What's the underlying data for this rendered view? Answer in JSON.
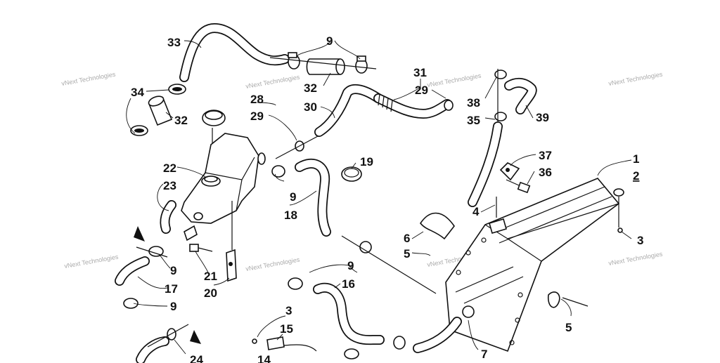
{
  "watermark": {
    "text": "vNext Technologies"
  },
  "callouts": {
    "c1": "1",
    "c2": "2",
    "c3a": "3",
    "c3b": "3",
    "c4": "4",
    "c5a": "5",
    "c5b": "5",
    "c6": "6",
    "c7": "7",
    "c9a": "9",
    "c9b": "9",
    "c9c": "9",
    "c9d": "9",
    "c9e": "9",
    "c14": "14",
    "c15": "15",
    "c16": "16",
    "c17": "17",
    "c18": "18",
    "c19": "19",
    "c20": "20",
    "c21": "21",
    "c22": "22",
    "c23": "23",
    "c24": "24",
    "c28": "28",
    "c29a": "29",
    "c29b": "29",
    "c30": "30",
    "c31": "31",
    "c32a": "32",
    "c32b": "32",
    "c33": "33",
    "c34": "34",
    "c35": "35",
    "c36": "36",
    "c37": "37",
    "c38": "38",
    "c39": "39"
  }
}
